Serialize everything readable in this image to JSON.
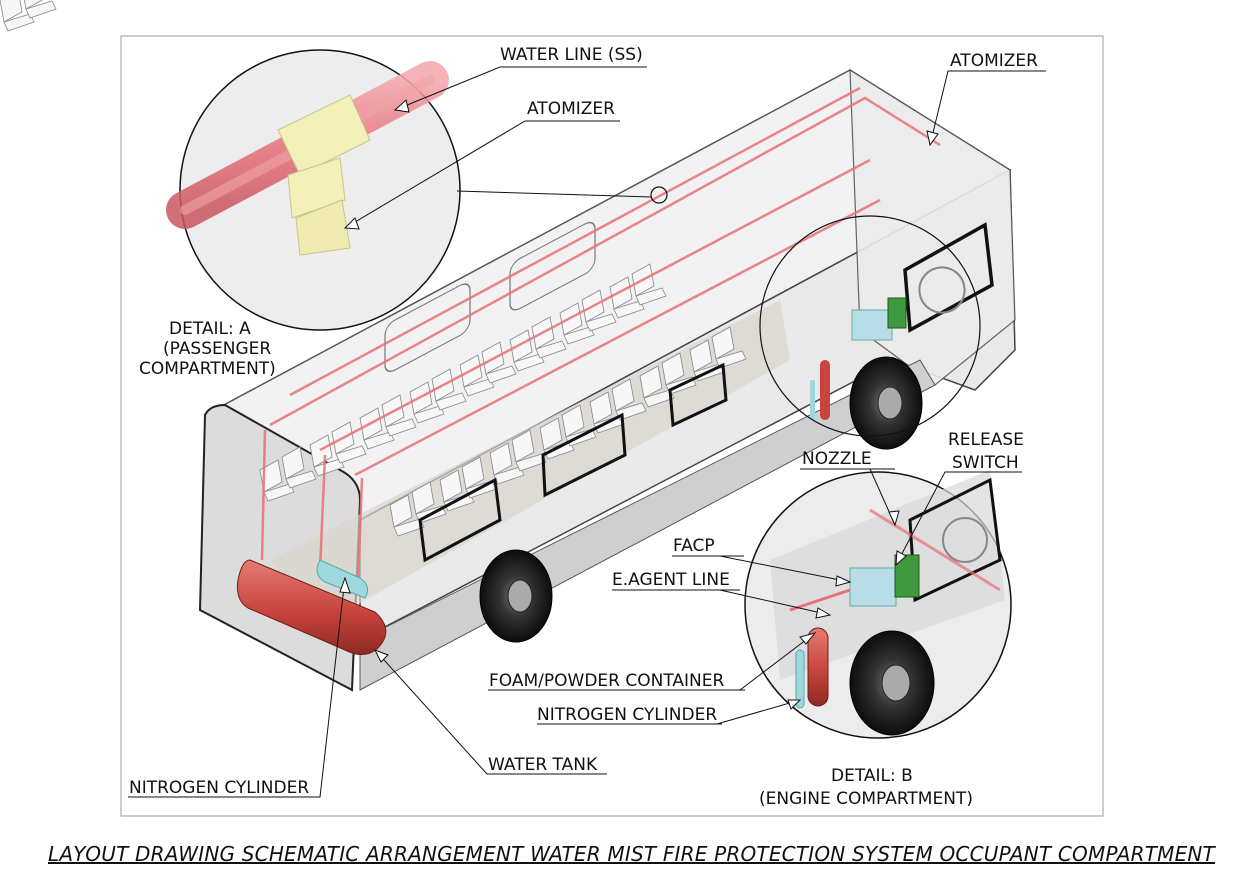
{
  "labels": {
    "water_line": "WATER LINE (SS)",
    "atomizer_detail": "ATOMIZER",
    "atomizer_main": "ATOMIZER",
    "detail_a_1": "DETAIL: A",
    "detail_a_2": "(PASSENGER",
    "detail_a_3": "COMPARTMENT)",
    "nozzle": "NOZZLE",
    "release_1": "RELEASE",
    "release_2": "SWITCH",
    "facp": "FACP",
    "agent_line": "E.AGENT LINE",
    "foam": "FOAM/POWDER CONTAINER",
    "nitrogen_b": "NITROGEN CYLINDER",
    "water_tank": "WATER TANK",
    "nitrogen_a": "NITROGEN CYLINDER",
    "detail_b_1": "DETAIL: B",
    "detail_b_2": "(ENGINE COMPARTMENT)"
  },
  "caption": "LAYOUT DRAWING SCHEMATIC ARRANGEMENT WATER MIST FIRE PROTECTION SYSTEM OCCUPANT COMPARTMENT",
  "colors": {
    "pipe": "#e8707a",
    "tank": "#c8443c",
    "cylinder_cyan": "#9fd8dc",
    "facp": "#b8dde6",
    "switch": "#3f9a3f",
    "fitting": "#f3efb8"
  }
}
